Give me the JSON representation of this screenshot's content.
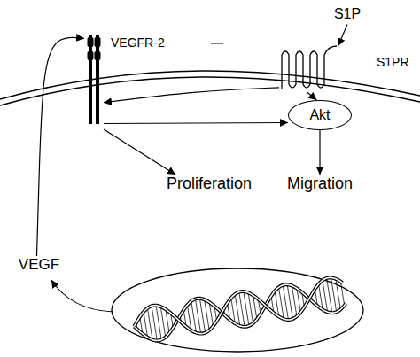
{
  "diagram": {
    "nodes": [
      {
        "text": [
          "S1P"
        ]
      },
      {
        "text": [
          "VEGFR-2"
        ]
      },
      {
        "text": [
          "S1PR"
        ]
      },
      {
        "text": [
          "Akt"
        ]
      },
      {
        "text": [
          "Proliferation"
        ]
      },
      {
        "text": [
          "Migration"
        ]
      },
      {
        "text": [
          "VEGF"
        ]
      }
    ],
    "edges": [
      {
        "from": 0,
        "to": 2,
        "arrow": "to"
      },
      {
        "from": 2,
        "to": 1,
        "arrow": "to"
      },
      {
        "from": 2,
        "to": 3,
        "arrow": "to"
      },
      {
        "from": 1,
        "to": 3,
        "arrow": "to"
      },
      {
        "from": 1,
        "to": 4,
        "arrow": "to"
      },
      {
        "from": 3,
        "to": 5,
        "arrow": "to"
      },
      {
        "from": 6,
        "to": 1,
        "arrow": "to"
      }
    ]
  }
}
